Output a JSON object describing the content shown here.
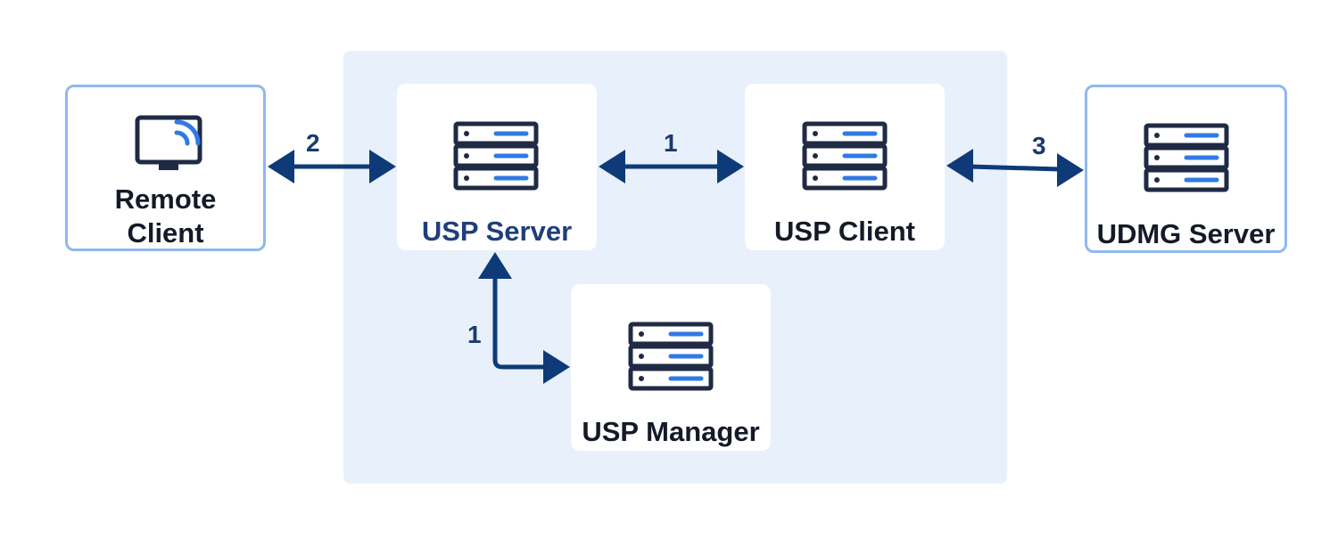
{
  "diagram": {
    "nodes": {
      "remote_client": {
        "label": "Remote\nClient",
        "icon": "monitor-wifi-icon"
      },
      "usp_server": {
        "label": "USP Server",
        "icon": "server-icon"
      },
      "usp_client": {
        "label": "USP Client",
        "icon": "server-icon"
      },
      "udmg_server": {
        "label": "UDMG Server",
        "icon": "server-icon"
      },
      "usp_manager": {
        "label": "USP Manager",
        "icon": "server-icon"
      }
    },
    "edges": [
      {
        "from": "remote_client",
        "to": "usp_server",
        "label": "2"
      },
      {
        "from": "usp_server",
        "to": "usp_client",
        "label": "1"
      },
      {
        "from": "usp_client",
        "to": "udmg_server",
        "label": "3"
      },
      {
        "from": "usp_server",
        "to": "usp_manager",
        "label": "1"
      }
    ],
    "colors": {
      "arrow": "#0e3a78",
      "zone_background": "#e8f0fb",
      "node_border": "#8fb8ee",
      "icon_dark": "#1f2a44",
      "icon_accent": "#2f7ae5"
    }
  }
}
